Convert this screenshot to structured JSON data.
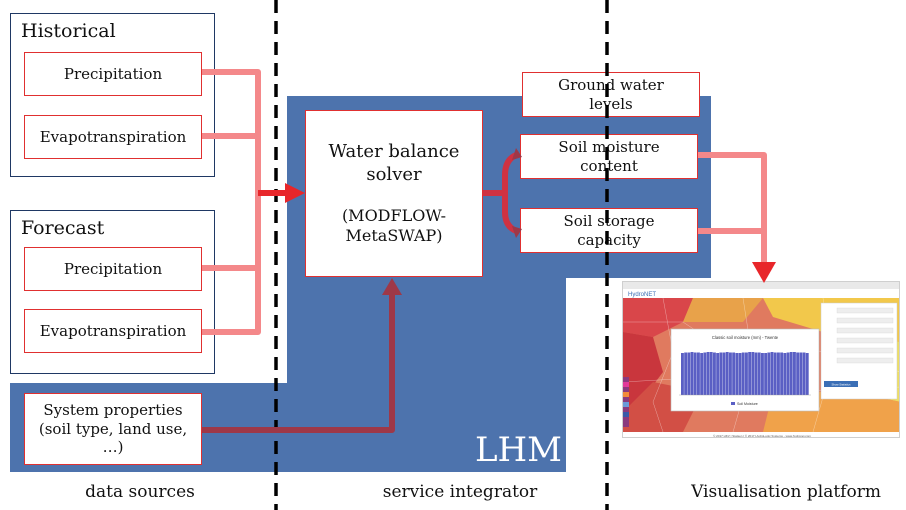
{
  "groups": {
    "historical": {
      "title": "Historical",
      "precip": "Precipitation",
      "evap": "Evapotranspiration"
    },
    "forecast": {
      "title": "Forecast",
      "precip": "Precipitation",
      "evap": "Evapotranspiration"
    }
  },
  "system": {
    "line1": "System properties",
    "line2": "(soil type, land use,",
    "line3": "…)"
  },
  "solver": {
    "line1": "Water balance",
    "line2": "solver",
    "line3": "(MODFLOW-",
    "line4": "MetaSWAP)"
  },
  "outputs": {
    "groundwater": {
      "line1": "Ground water",
      "line2": "levels"
    },
    "soil_moisture": {
      "line1": "Soil moisture",
      "line2": "content"
    },
    "soil_storage": {
      "line1": "Soil storage",
      "line2": "capacity"
    }
  },
  "lhm_label": "LHM",
  "bottom_labels": {
    "left": "data sources",
    "middle": "service integrator",
    "right": "Visualisation platform"
  },
  "screenshot": {
    "brand": "HydroNET",
    "popup_title": "Classic soil moisture (mm) - Twente",
    "legend": "Soil Moisture",
    "footer": "© 2017 HKV | Statsen | © 2017 HydroLogic Systems - www.hydronet.com",
    "sidebar_button": "Show Statistics",
    "bars": [
      0.84,
      0.85,
      0.85,
      0.86,
      0.85,
      0.85,
      0.84,
      0.85,
      0.86,
      0.86,
      0.85,
      0.84,
      0.85,
      0.85,
      0.86,
      0.85,
      0.85,
      0.84,
      0.84,
      0.85,
      0.85,
      0.86,
      0.86,
      0.85,
      0.85,
      0.84,
      0.84,
      0.85,
      0.86,
      0.85,
      0.85,
      0.85,
      0.84,
      0.85,
      0.86,
      0.86,
      0.85,
      0.85,
      0.85,
      0.84
    ]
  },
  "colors": {
    "lhm_blue": "#4d73ad",
    "red_box": "#e03030",
    "arrow_light": "#f4888a",
    "arrow_dark": "#9e3848",
    "arrow_bright": "#e8262a"
  }
}
